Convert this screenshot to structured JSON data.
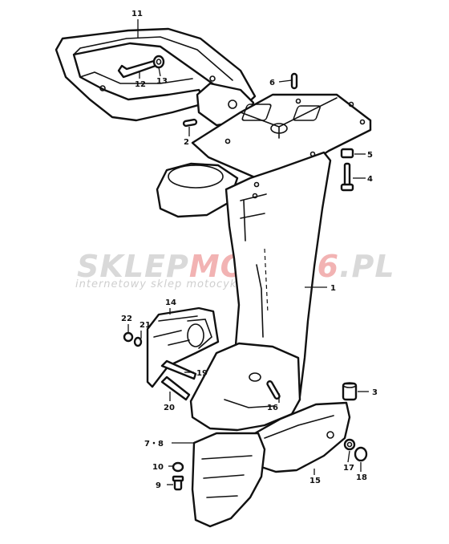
{
  "watermark": {
    "brand_part1": "SKLEP",
    "brand_part2": "MOTO",
    "brand_part3": "46",
    "brand_part4": ".PL",
    "tagline": "internetowy sklep motocyklowy",
    "colors": {
      "grey": "#d9d9d9",
      "red": "#f2b3b3",
      "tagline": "#cfcfcf"
    }
  },
  "callouts": [
    {
      "id": "c11",
      "text": "11"
    },
    {
      "id": "c12",
      "text": "12"
    },
    {
      "id": "c13",
      "text": "13"
    },
    {
      "id": "c6",
      "text": "6"
    },
    {
      "id": "c2",
      "text": "2"
    },
    {
      "id": "c5",
      "text": "5"
    },
    {
      "id": "c4",
      "text": "4"
    },
    {
      "id": "c1",
      "text": "1"
    },
    {
      "id": "c14",
      "text": "14"
    },
    {
      "id": "c22",
      "text": "22"
    },
    {
      "id": "c21",
      "text": "21"
    },
    {
      "id": "c19",
      "text": "19"
    },
    {
      "id": "c20",
      "text": "20"
    },
    {
      "id": "c16",
      "text": "16"
    },
    {
      "id": "c3",
      "text": "3"
    },
    {
      "id": "c78",
      "text": "7・8"
    },
    {
      "id": "c10",
      "text": "10"
    },
    {
      "id": "c9",
      "text": "9"
    },
    {
      "id": "c15",
      "text": "15"
    },
    {
      "id": "c17",
      "text": "17"
    },
    {
      "id": "c18",
      "text": "18"
    }
  ]
}
